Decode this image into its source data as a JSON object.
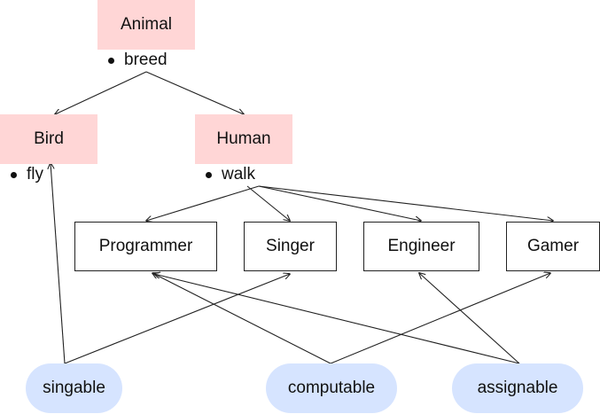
{
  "colors": {
    "parent_fill": "#ffd6d6",
    "interface_fill": "#d6e4ff",
    "child_fill": "#ffffff",
    "stroke": "#222222",
    "text": "#111111"
  },
  "nodes": {
    "animal": {
      "label": "Animal",
      "attribute": "breed"
    },
    "bird": {
      "label": "Bird",
      "attribute": "fly"
    },
    "human": {
      "label": "Human",
      "attribute": "walk"
    },
    "programmer": {
      "label": "Programmer"
    },
    "singer": {
      "label": "Singer"
    },
    "engineer": {
      "label": "Engineer"
    },
    "gamer": {
      "label": "Gamer"
    },
    "singable": {
      "label": "singable"
    },
    "computable": {
      "label": "computable"
    },
    "assignable": {
      "label": "assignable"
    }
  }
}
